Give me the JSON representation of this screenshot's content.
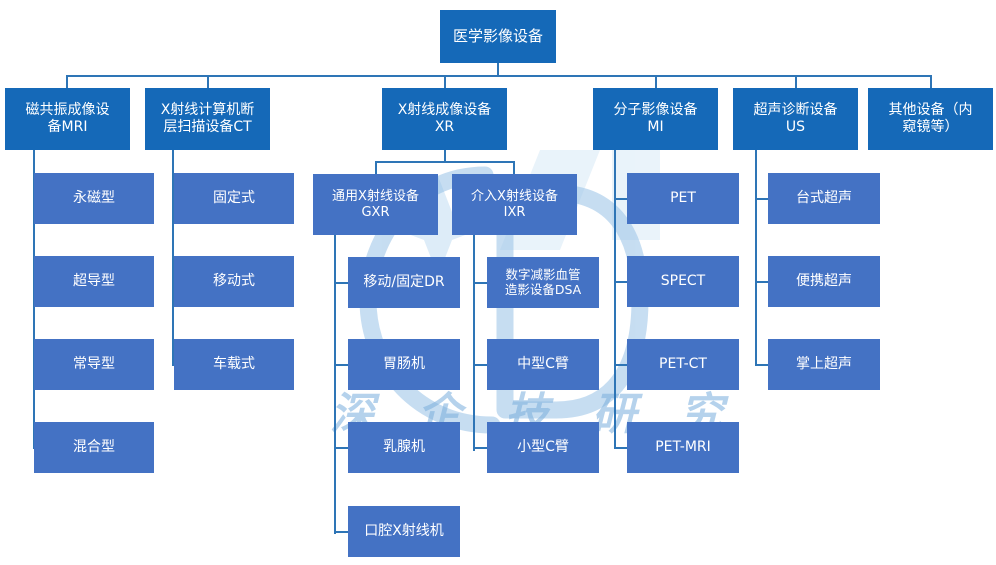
{
  "diagram": {
    "title": "医学影像设备",
    "watermark": "深 企 技 研 究",
    "colors": {
      "root": "#1569B8",
      "level1": "#1569B8",
      "leaf": "#4472C4",
      "connector": "#2E75B6",
      "text": "#FFFFFF",
      "background": "#FFFFFF",
      "watermark": "#7AAEDD"
    }
  },
  "nodes": {
    "root": "医学影像设备",
    "l1": [
      "磁共振成像设\n备MRI",
      "X射线计算机断\n层扫描设备CT",
      "X射线成像设备\nXR",
      "分子影像设备\nMI",
      "超声诊断设备\nUS",
      "其他设备（内\n窥镜等）"
    ],
    "xr_mid": [
      "通用X射线设备\nGXR",
      "介入X射线设备\nIXR"
    ],
    "mri_children": [
      "永磁型",
      "超导型",
      "常导型",
      "混合型"
    ],
    "ct_children": [
      "固定式",
      "移动式",
      "车载式"
    ],
    "gxr_children": [
      "移动/固定DR",
      "胃肠机",
      "乳腺机",
      "口腔X射线机"
    ],
    "ixr_children": [
      "数字减影血管\n造影设备DSA",
      "中型C臂",
      "小型C臂"
    ],
    "mi_children": [
      "PET",
      "SPECT",
      "PET-CT",
      "PET-MRI"
    ],
    "us_children": [
      "台式超声",
      "便携超声",
      "掌上超声"
    ]
  }
}
